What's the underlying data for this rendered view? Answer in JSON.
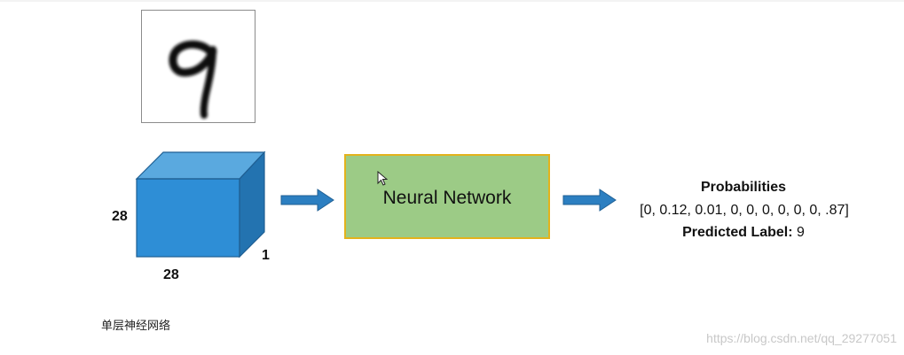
{
  "input": {
    "digit_image": "handwritten-digit-9",
    "cube_height_label": "28",
    "cube_width_label": "28",
    "cube_depth_label": "1"
  },
  "model": {
    "label": "Neural Network"
  },
  "output": {
    "title": "Probabilities",
    "probabilities_text": "[0, 0.12, 0.01, 0, 0, 0, 0, 0, 0, .87]",
    "predicted_label_prefix": "Predicted Label:",
    "predicted_label_value": "9"
  },
  "caption": "单层神经网络",
  "watermark": "https://blog.csdn.net/qq_29277051",
  "colors": {
    "cube_front": "#2e8ed6",
    "cube_top": "#5aa9df",
    "cube_side": "#2373b0",
    "arrow": "#2c7fc1",
    "nn_fill": "#9ccb86",
    "nn_border": "#e3b21c"
  }
}
